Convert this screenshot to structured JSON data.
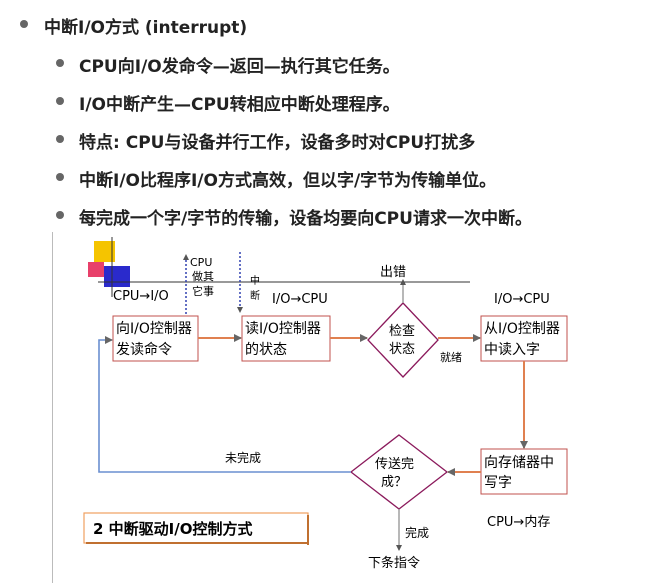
{
  "bullets": {
    "main": "中断I/O方式 (interrupt)",
    "items": [
      "CPU向I/O发命令—返回—执行其它任务。",
      "I/O中断产生—CPU转相应中断处理程序。",
      "特点: CPU与设备并行工作，设备多时对CPU打扰多",
      "中断I/O比程序I/O方式高效，但以字/字节为传输单位。",
      "每完成一个字/字节的传输，设备均要向CPU请求一次中断。"
    ]
  },
  "diagram": {
    "cpu_to_io": "CPU→I/O",
    "cpu_other_1": "CPU",
    "cpu_other_2": "做其",
    "cpu_other_3": "它事",
    "interrupt_1": "中",
    "interrupt_2": "断",
    "io_to_cpu_1": "I/O→CPU",
    "io_to_cpu_2": "I/O→CPU",
    "error": "出错",
    "box_send_1": "向I/O控制器",
    "box_send_2": "发读命令",
    "box_read_1": "读I/O控制器",
    "box_read_2": "的状态",
    "check_1": "检查",
    "check_2": "状态",
    "ready": "就绪",
    "box_recv_1": "从I/O控制器",
    "box_recv_2": "中读入字",
    "box_write_1": "向存储器中",
    "box_write_2": "写字",
    "done_q_1": "传送完",
    "done_q_2": "成？",
    "not_done": "未完成",
    "done": "完成",
    "next": "下条指令",
    "cpu_to_mem": "CPU→内存",
    "caption": "2 中断驱动I/O控制方式"
  },
  "colors": {
    "box_border": "#c0504d",
    "flow_arrow": "#e08050",
    "decision_border": "#8b1a5c",
    "return_arrow": "#6a8fd0",
    "caption_border": "#f0a060"
  }
}
